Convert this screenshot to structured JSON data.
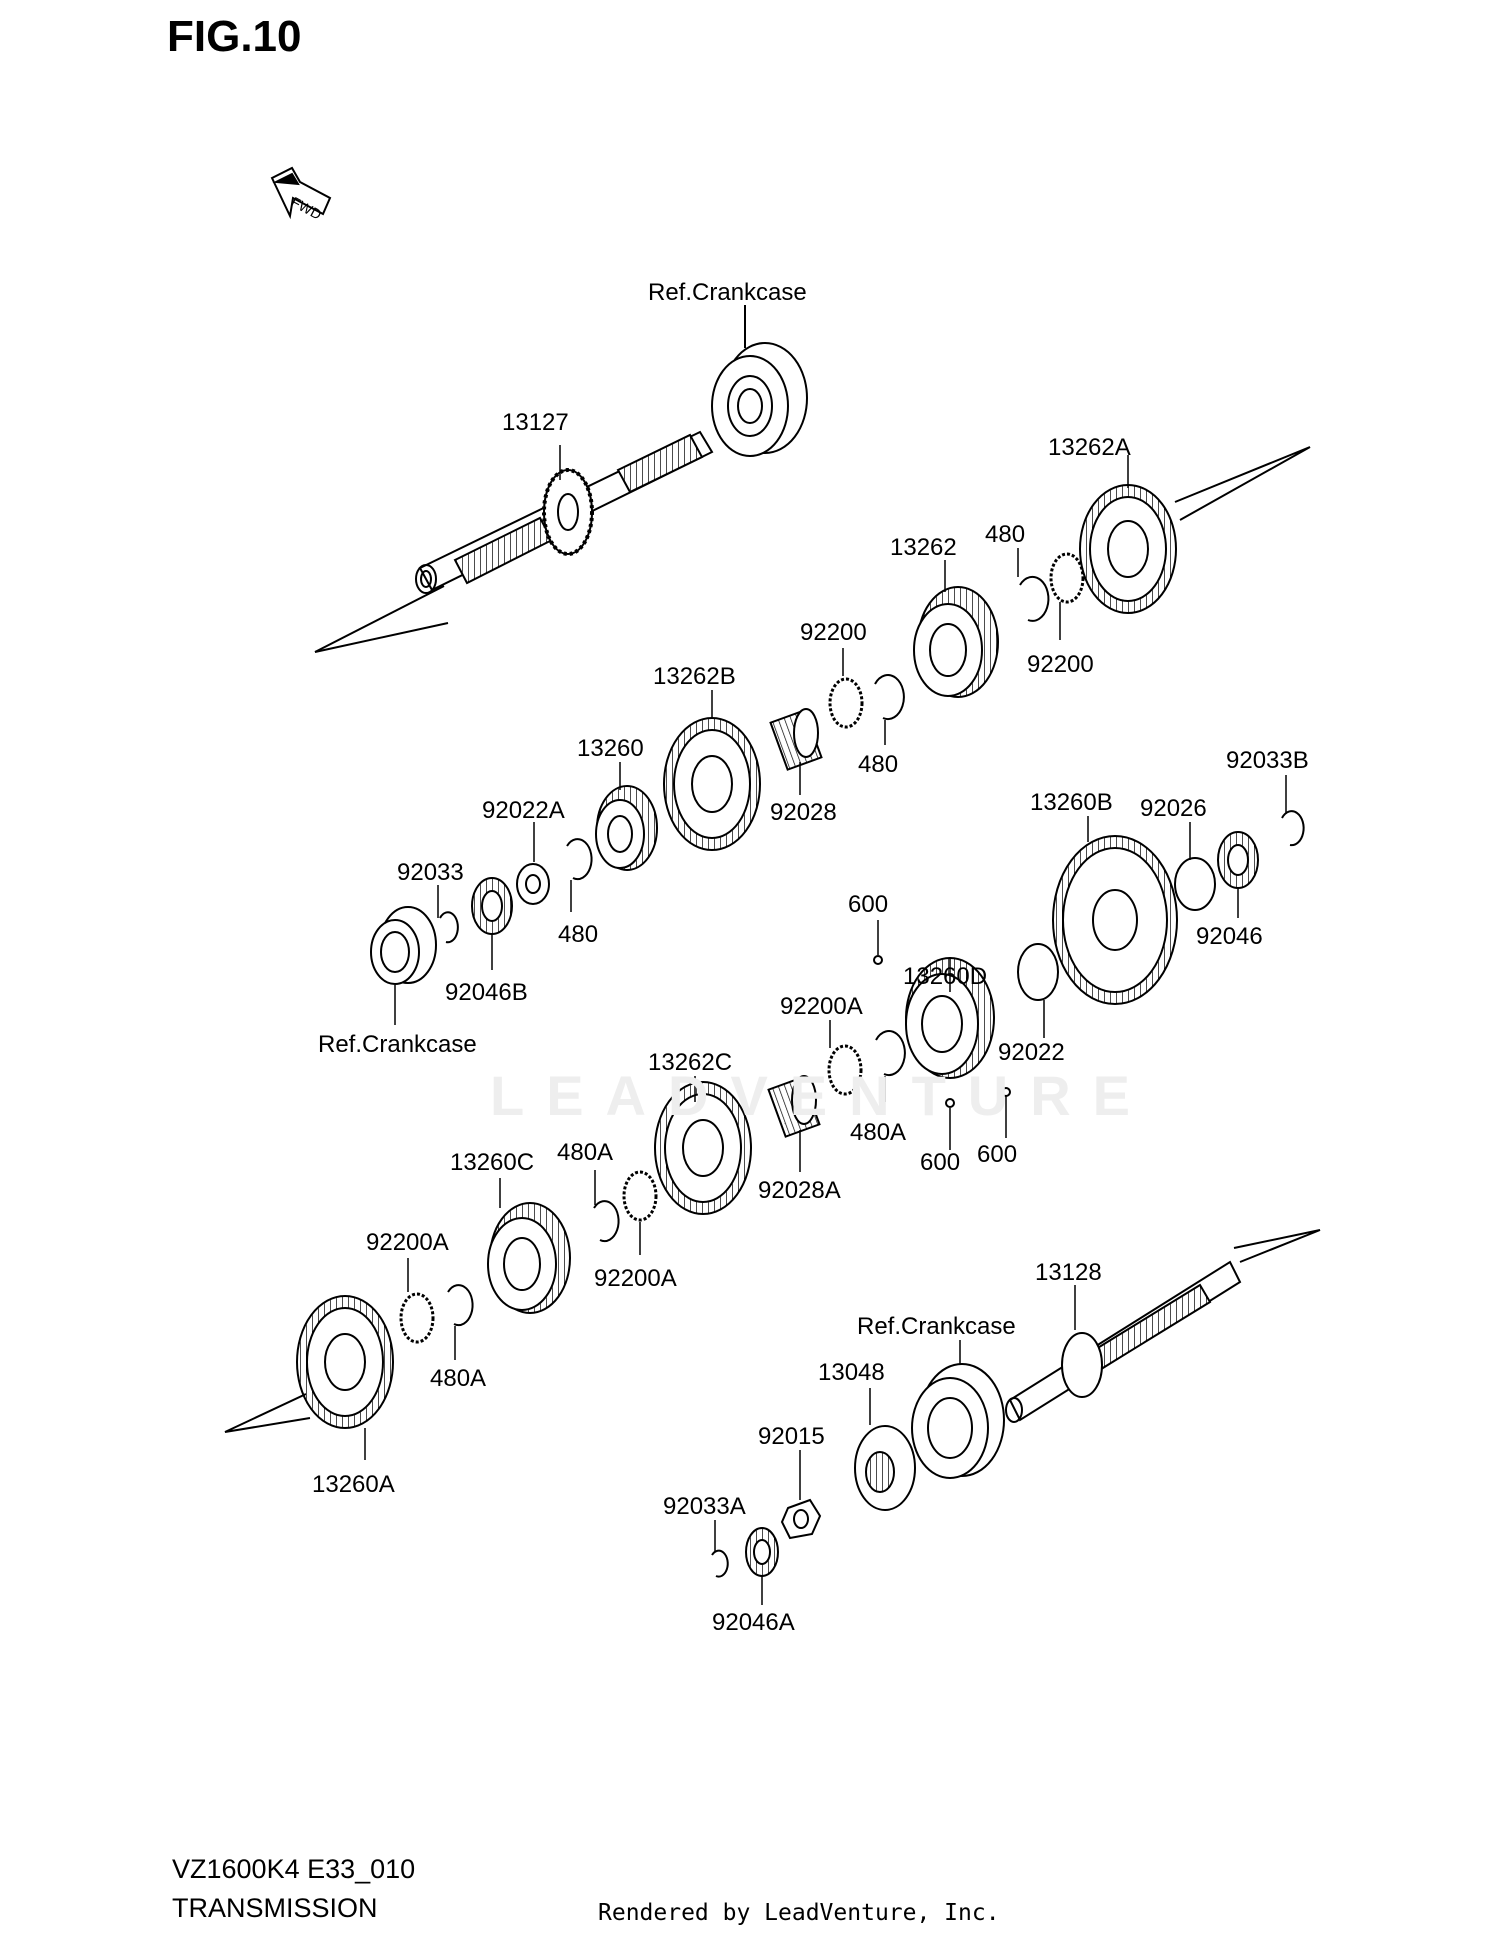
{
  "figure": {
    "title": "FIG.10",
    "model_code": "VZ1600K4 E33_010",
    "section": "TRANSMISSION",
    "credit": "Rendered by LeadVenture, Inc.",
    "watermark": "LEADVENTURE",
    "fwd_label": "FWD"
  },
  "callouts": [
    {
      "id": "c1",
      "label": "Ref.Crankcase"
    },
    {
      "id": "c2",
      "label": "13127"
    },
    {
      "id": "c3",
      "label": "13262A"
    },
    {
      "id": "c4",
      "label": "13262"
    },
    {
      "id": "c5",
      "label": "480"
    },
    {
      "id": "c6",
      "label": "92200"
    },
    {
      "id": "c7",
      "label": "92200"
    },
    {
      "id": "c8",
      "label": "480"
    },
    {
      "id": "c9",
      "label": "13262B"
    },
    {
      "id": "c10",
      "label": "92028"
    },
    {
      "id": "c11",
      "label": "13260"
    },
    {
      "id": "c12",
      "label": "92022A"
    },
    {
      "id": "c13",
      "label": "480"
    },
    {
      "id": "c14",
      "label": "92033"
    },
    {
      "id": "c15",
      "label": "92046B"
    },
    {
      "id": "c16",
      "label": "Ref.Crankcase"
    },
    {
      "id": "c17",
      "label": "13260B"
    },
    {
      "id": "c18",
      "label": "92026"
    },
    {
      "id": "c19",
      "label": "92033B"
    },
    {
      "id": "c20",
      "label": "92046"
    },
    {
      "id": "c21",
      "label": "600"
    },
    {
      "id": "c22",
      "label": "13260D"
    },
    {
      "id": "c23",
      "label": "92200A"
    },
    {
      "id": "c24",
      "label": "92022"
    },
    {
      "id": "c25",
      "label": "480A"
    },
    {
      "id": "c26",
      "label": "600"
    },
    {
      "id": "c27",
      "label": "600"
    },
    {
      "id": "c28",
      "label": "13262C"
    },
    {
      "id": "c29",
      "label": "92028A"
    },
    {
      "id": "c30",
      "label": "480A"
    },
    {
      "id": "c31",
      "label": "13260C"
    },
    {
      "id": "c32",
      "label": "92200A"
    },
    {
      "id": "c33",
      "label": "92200A"
    },
    {
      "id": "c34",
      "label": "480A"
    },
    {
      "id": "c35",
      "label": "13260A"
    },
    {
      "id": "c36",
      "label": "13128"
    },
    {
      "id": "c37",
      "label": "Ref.Crankcase"
    },
    {
      "id": "c38",
      "label": "13048"
    },
    {
      "id": "c39",
      "label": "92015"
    },
    {
      "id": "c40",
      "label": "92033A"
    },
    {
      "id": "c41",
      "label": "92046A"
    }
  ]
}
